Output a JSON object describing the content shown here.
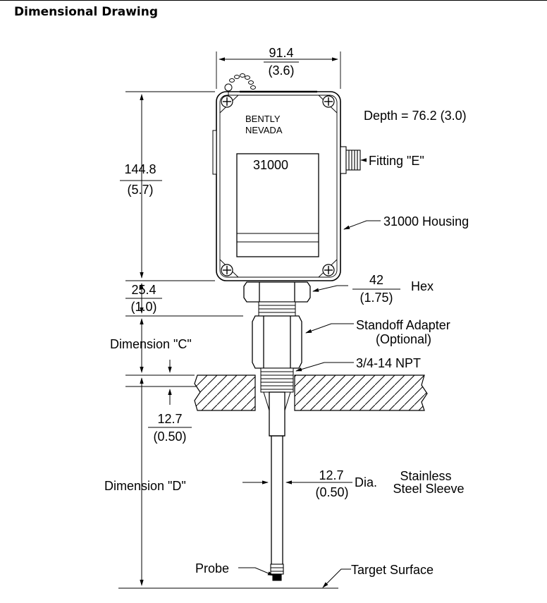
{
  "title": "Dimensional Drawing",
  "housing": {
    "brand_line1": "BENTLY",
    "brand_line2": "NEVADA",
    "model": "31000"
  },
  "dimensions": {
    "width_mm": "91.4",
    "width_in": "(3.6)",
    "height_mm": "144.8",
    "height_in": "(5.7)",
    "hex_gap_mm": "25.4",
    "hex_gap_in": "(1.0)",
    "hex_mm": "42",
    "hex_in": "(1.75)",
    "wall_mm": "12.7",
    "wall_in": "(0.50)",
    "sleeve_mm": "12.7",
    "sleeve_in": "(0.50)"
  },
  "labels": {
    "depth": "Depth = 76.2 (3.0)",
    "fitting": "Fitting \"E\"",
    "housing": "31000 Housing",
    "hex": "Hex",
    "standoff_line1": "Standoff Adapter",
    "standoff_line2": "(Optional)",
    "npt": "3/4-14 NPT",
    "dim_c": "Dimension \"C\"",
    "dim_d": "Dimension \"D\"",
    "dia": "Dia.",
    "sleeve_line1": "Stainless",
    "sleeve_line2": "Steel Sleeve",
    "probe": "Probe",
    "target": "Target Surface"
  }
}
